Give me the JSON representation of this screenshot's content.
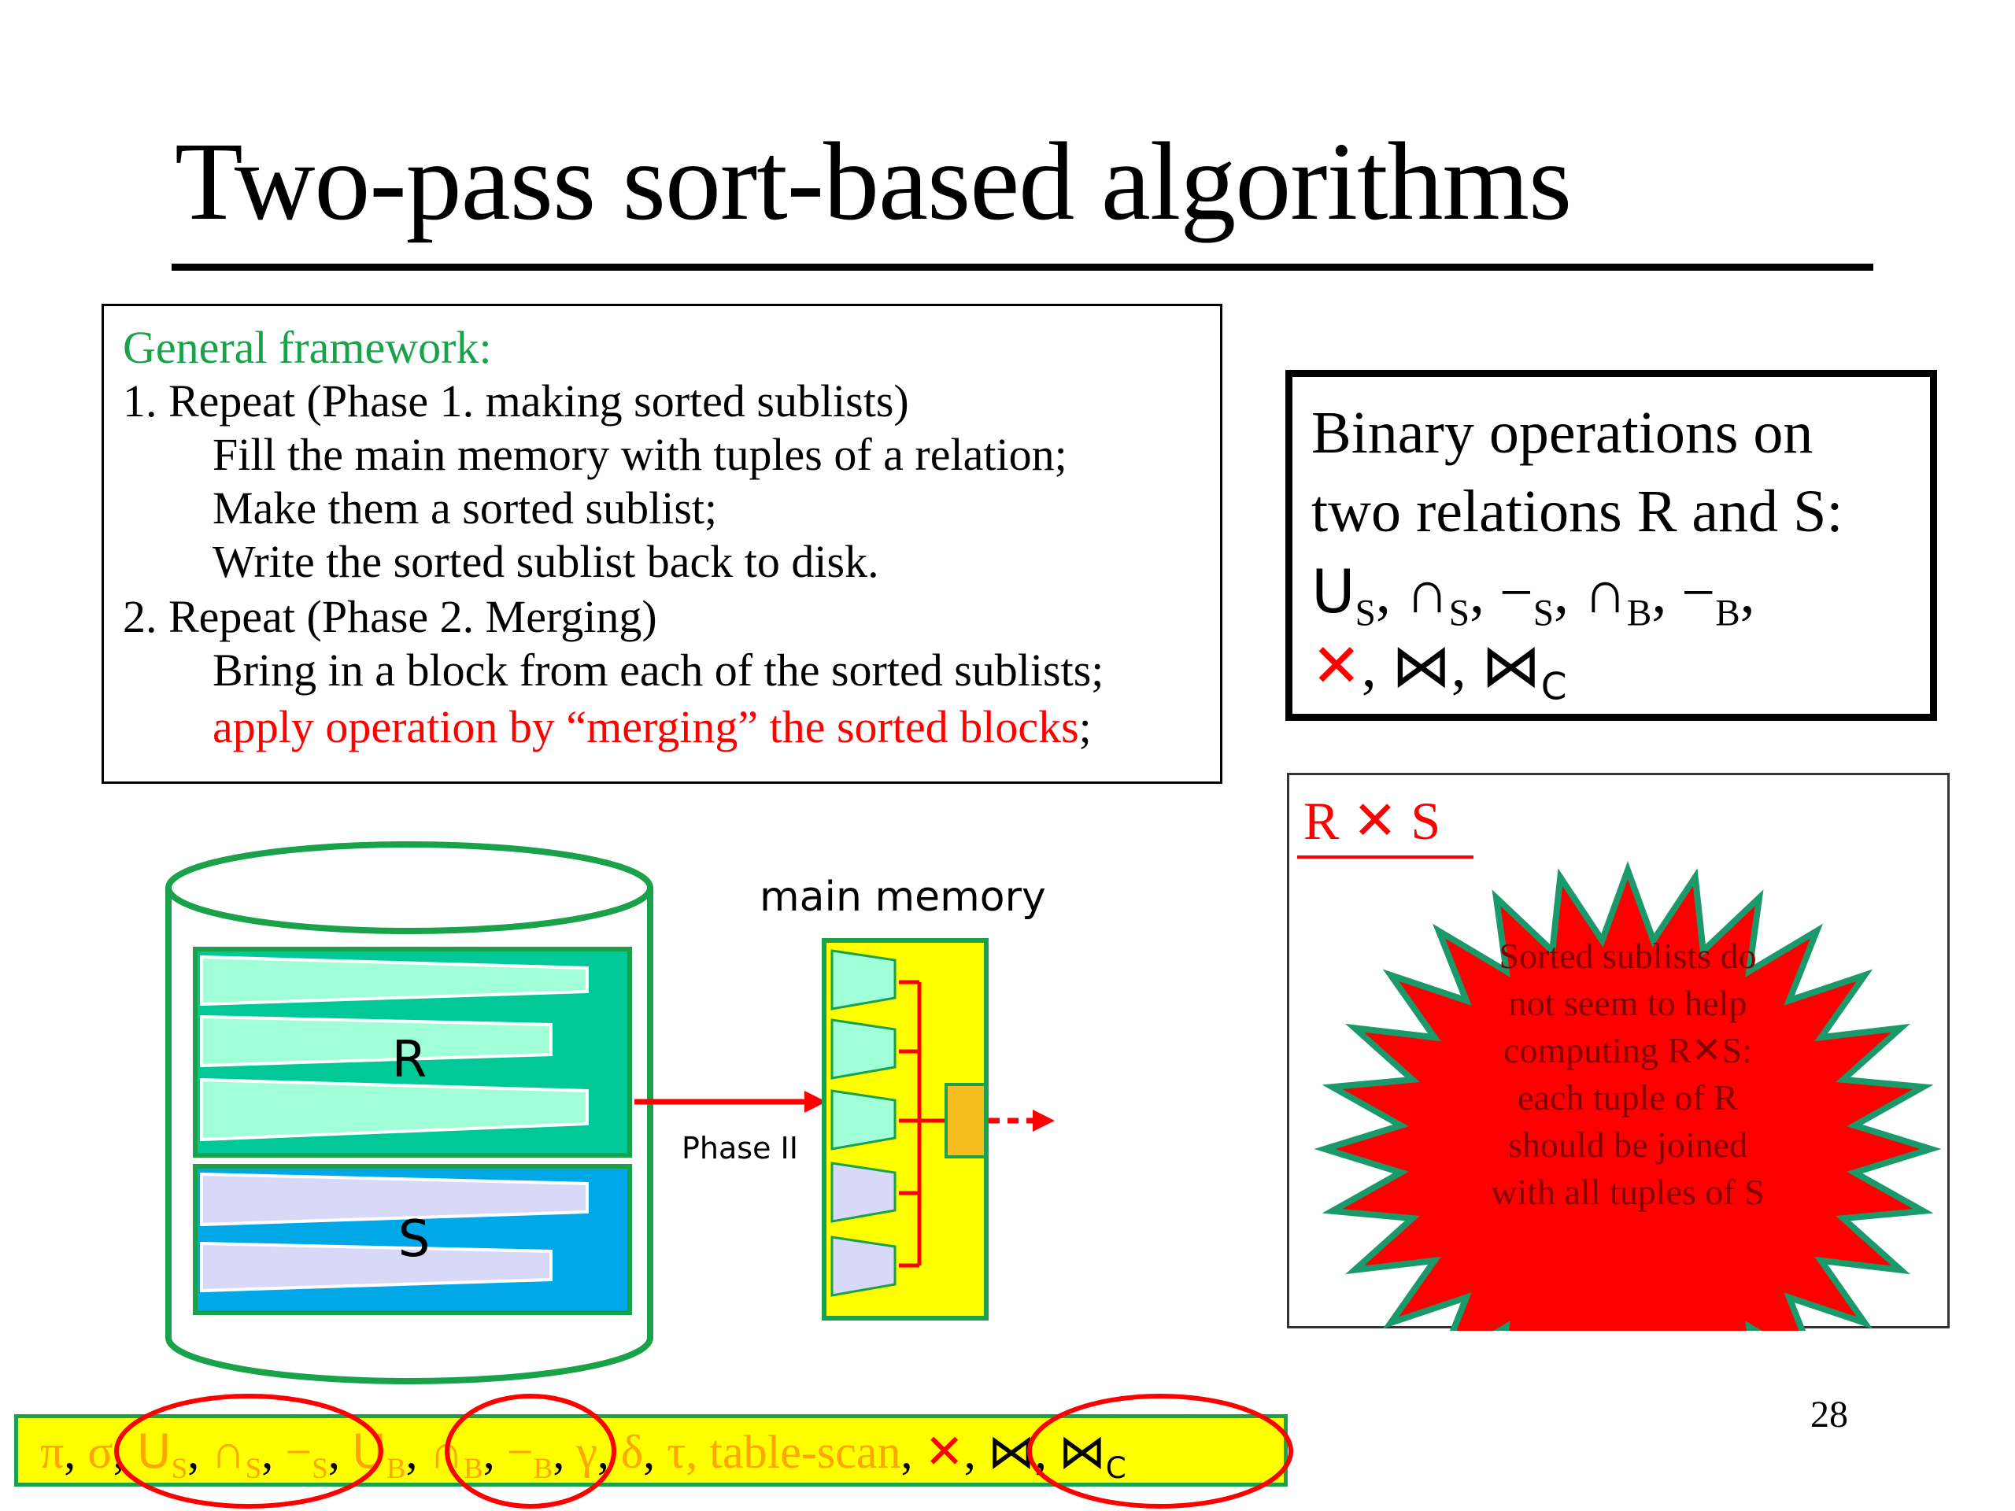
{
  "title": "Two-pass sort-based algorithms",
  "framework": {
    "heading": "General framework:",
    "lines": [
      "1. Repeat (Phase 1. making sorted sublists)",
      "Fill the main memory with tuples of a relation;",
      "Make them a sorted sublist;",
      "Write the sorted sublist back to disk.",
      "2. Repeat (Phase 2. Merging)",
      "Bring in a block from each of the sorted sublists;"
    ],
    "last_line_red": "apply operation by “merging” the sorted blocks",
    "last_line_end": ";"
  },
  "binary_ops": {
    "line1": "Binary operations on",
    "line2": "two relations R and S:",
    "ops": {
      "union": "U",
      "intersect": "∩",
      "minus": "−",
      "sub_s": "S",
      "sub_b": "B",
      "sub_c": "C",
      "cross": "✕",
      "join": "⋈",
      "comma": ","
    }
  },
  "cross_box": {
    "title": "R ✕ S",
    "star_text": "Sorted sublists do not seem to help computing R✕S: each tuple of R should be joined with all tuples of S"
  },
  "diagram": {
    "main_memory_label": "main memory",
    "phase_label": "Phase II",
    "relation_r": "R",
    "relation_s": "S",
    "colors": {
      "cylinder_stroke": "#19a24a",
      "r_block": "#00c896",
      "r_sublist": "#a0ffd7",
      "s_block": "#00a8e8",
      "s_sublist": "#d8d8f8",
      "memory_fill": "#ffff00",
      "output_block": "#f5be1e",
      "arrow": "#ff0000"
    }
  },
  "page_number": "28",
  "bottom_ops": {
    "pi": "π",
    "sigma": "σ",
    "us": "U",
    "ns": "∩",
    "ms": "−",
    "ub": "U",
    "nb": "∩",
    "mb": "−",
    "gamma": "γ",
    "delta": "δ",
    "tau": "τ",
    "scan": "table-scan",
    "cross": "✕",
    "join": "⋈",
    "sub_s": "S",
    "sub_b": "B",
    "sub_c": "C",
    "comma": ","
  }
}
